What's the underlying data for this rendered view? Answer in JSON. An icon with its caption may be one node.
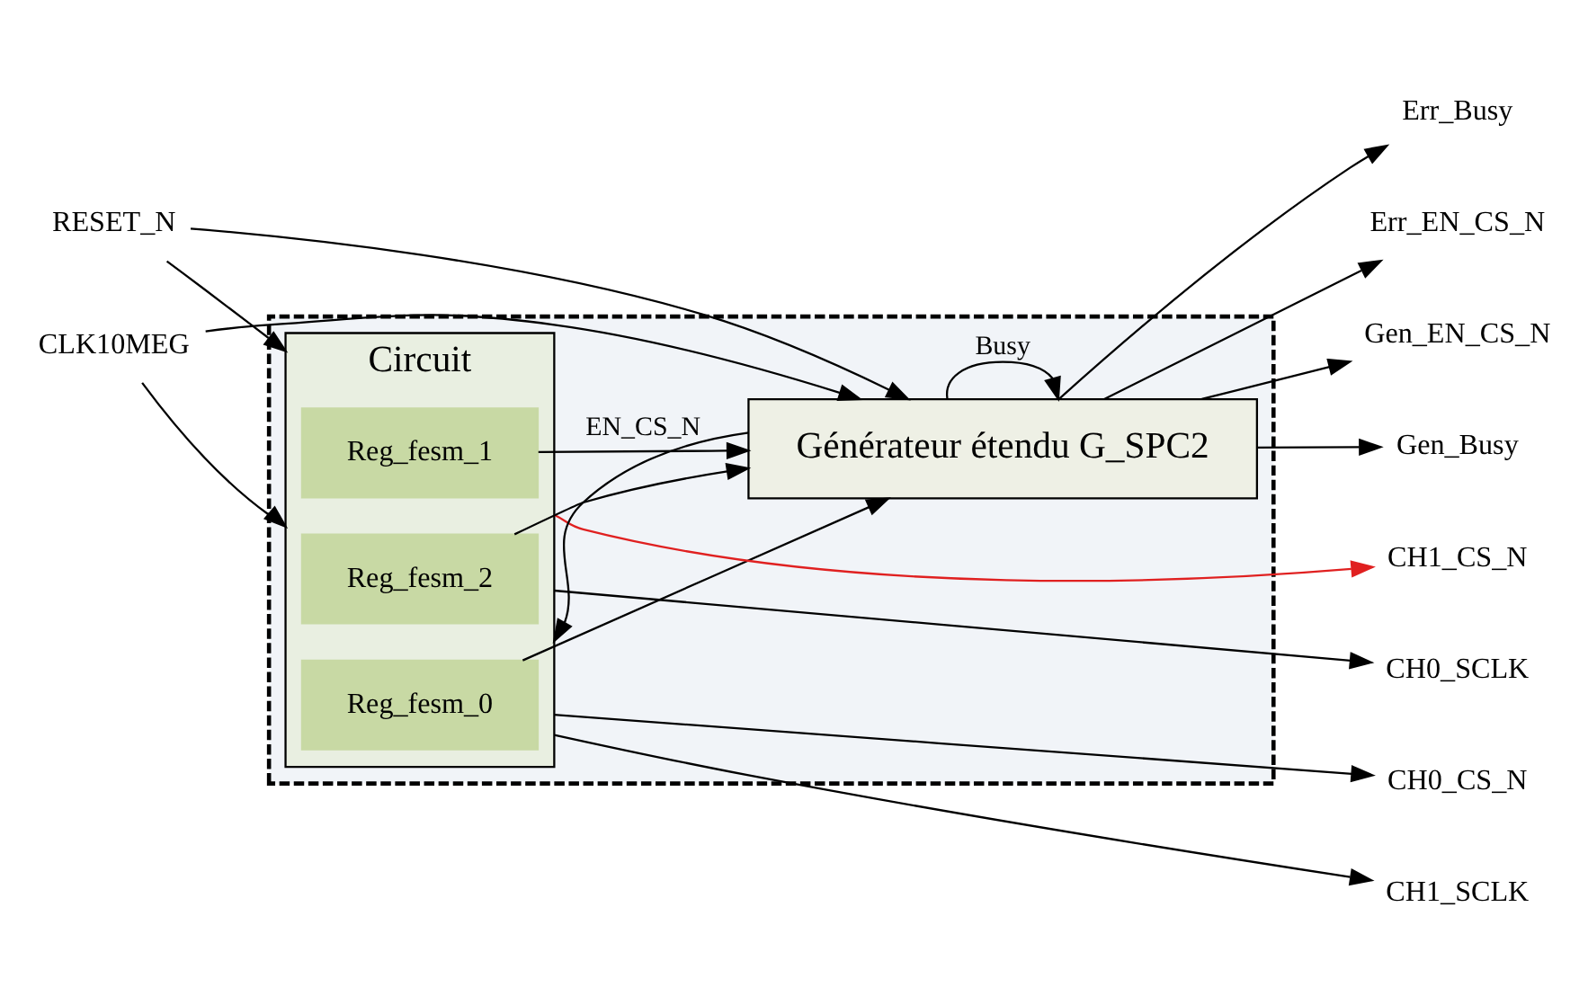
{
  "diagram": {
    "nodes": [
      {
        "text": [],
        "shape": "box"
      },
      {
        "text": [
          "Circuit"
        ],
        "in": 0
      },
      {
        "text": [
          "Reg_fesm_0"
        ],
        "in": 1
      },
      {
        "text": [
          "Reg_fesm_1"
        ],
        "in": 1
      },
      {
        "text": [
          "Reg_fesm_2"
        ],
        "in": 1
      },
      {
        "text": [
          "Générateur étendu G_SPC2"
        ],
        "in": 0
      },
      {
        "text": [
          "RESET_N"
        ]
      },
      {
        "text": [
          "CLK10MEG"
        ]
      },
      {
        "text": [
          "CH0_CS_N"
        ]
      },
      {
        "text": [
          "CH1_CS_N"
        ]
      },
      {
        "text": [
          "CH0_SCLK"
        ]
      },
      {
        "text": [
          "CH1_SCLK"
        ]
      },
      {
        "text": [
          "Gen_Busy"
        ]
      },
      {
        "text": [
          "Err_Busy"
        ]
      },
      {
        "text": [
          "Err_EN_CS_N"
        ]
      },
      {
        "text": [
          "Gen_EN_CS_N"
        ]
      }
    ],
    "edges": [
      {
        "from": 5,
        "to": 1,
        "arrow": "to",
        "label": "EN_CS_N"
      },
      {
        "from": 6,
        "to": 1,
        "arrow": "to"
      },
      {
        "from": 7,
        "to": 1,
        "arrow": "to"
      },
      {
        "from": 1,
        "to": 8,
        "arrow": "to"
      },
      {
        "from": 1,
        "to": 9,
        "arrow": "to",
        "color": "#e02020"
      },
      {
        "from": 1,
        "to": 10,
        "arrow": "to"
      },
      {
        "from": 1,
        "to": 11,
        "arrow": "to"
      },
      {
        "from": 4,
        "to": 5,
        "arrow": "to"
      },
      {
        "from": 2,
        "to": 5,
        "arrow": "to"
      },
      {
        "from": 3,
        "to": 5,
        "arrow": "to"
      },
      {
        "from": 7,
        "to": 5,
        "arrow": "to"
      },
      {
        "from": 6,
        "to": 5,
        "arrow": "to"
      },
      {
        "from": 5,
        "to": 5,
        "arrow": "to",
        "label": "Busy"
      },
      {
        "from": 5,
        "to": 12,
        "arrow": "to"
      },
      {
        "from": 5,
        "to": 13,
        "arrow": "to"
      },
      {
        "from": 5,
        "to": 14,
        "arrow": "to"
      },
      {
        "from": 5,
        "to": 15,
        "arrow": "to"
      }
    ]
  }
}
